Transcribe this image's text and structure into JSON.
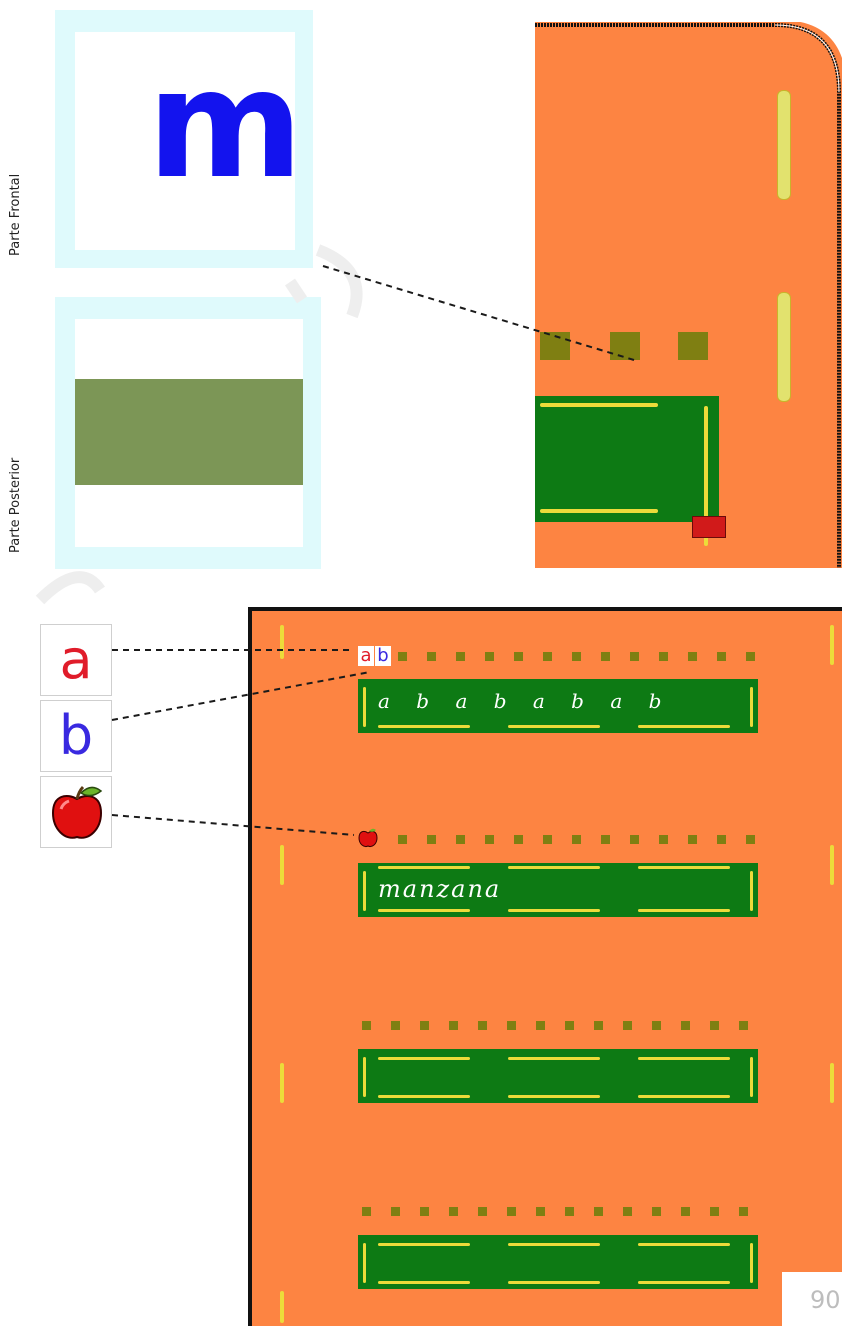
{
  "labels": {
    "front": "Parte Frontal",
    "back": "Parte Posterior"
  },
  "front_card": {
    "letter": "m",
    "letter_color": "#1313ee"
  },
  "back_card": {
    "band_color": "#7c9656"
  },
  "tiles": [
    {
      "content": "a",
      "color": "#e01c2a"
    },
    {
      "content": "b",
      "color": "#3929e0"
    },
    {
      "content": "apple-icon"
    }
  ],
  "board_rows": [
    {
      "marker_letters": [
        "a",
        "b"
      ],
      "written_text": "a b a b a b a b"
    },
    {
      "marker_icon": "apple-icon",
      "written_text": "manzana"
    },
    {
      "written_text": ""
    },
    {
      "written_text": ""
    }
  ],
  "page_number": "90",
  "colors": {
    "board": "#fd8442",
    "strip": "#0d7a14",
    "square": "#7f7f12",
    "line": "#ecdb3a"
  }
}
